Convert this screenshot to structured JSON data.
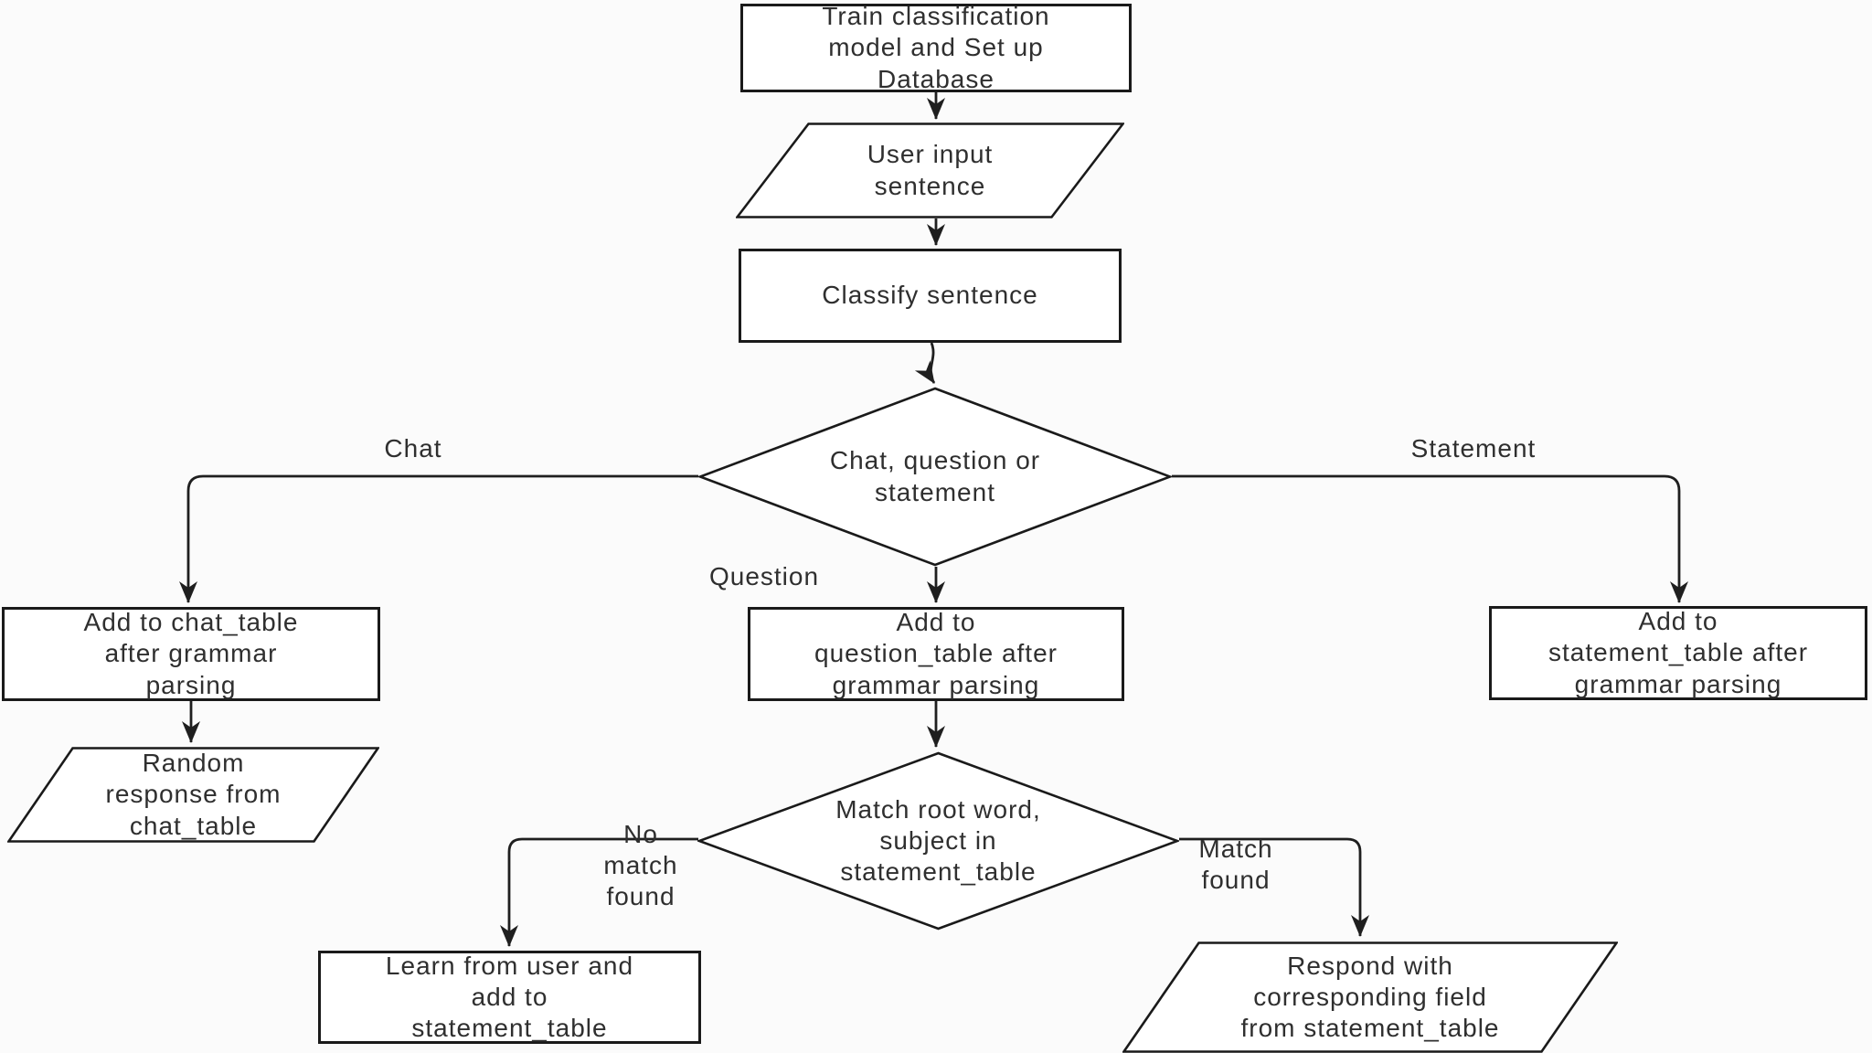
{
  "diagram": {
    "type": "flowchart",
    "colors": {
      "background": "#fbfbfb",
      "shape_fill": "#ffffff",
      "line": "#1f1f1f",
      "text": "#2f2f2f"
    },
    "nodes": {
      "train": {
        "shape": "process",
        "label": "Train classification\nmodel and Set up\nDatabase"
      },
      "user_input": {
        "shape": "input-output",
        "label": "User input\nsentence"
      },
      "classify": {
        "shape": "process",
        "label": "Classify sentence"
      },
      "decision_type": {
        "shape": "decision",
        "label": "Chat, question or\nstatement"
      },
      "add_chat": {
        "shape": "process",
        "label": "Add to chat_table\nafter grammar\nparsing"
      },
      "add_question": {
        "shape": "process",
        "label": "Add to\nquestion_table after\ngrammar parsing"
      },
      "add_statement": {
        "shape": "process",
        "label": "Add to\nstatement_table after\ngrammar parsing"
      },
      "random_response": {
        "shape": "input-output",
        "label": "Random\nresponse from\nchat_table"
      },
      "decision_match": {
        "shape": "decision",
        "label": "Match root word,\nsubject in\nstatement_table"
      },
      "learn": {
        "shape": "process",
        "label": "Learn from user and\nadd to\nstatement_table"
      },
      "respond": {
        "shape": "input-output",
        "label": "Respond with\ncorresponding field\nfrom statement_table"
      }
    },
    "edge_labels": {
      "chat": "Chat",
      "statement": "Statement",
      "question": "Question",
      "no_match": "No\nmatch\nfound",
      "match": "Match\nfound"
    },
    "edges": [
      {
        "from": "train",
        "to": "user_input",
        "label": ""
      },
      {
        "from": "user_input",
        "to": "classify",
        "label": ""
      },
      {
        "from": "classify",
        "to": "decision_type",
        "label": ""
      },
      {
        "from": "decision_type",
        "to": "add_chat",
        "label": "Chat"
      },
      {
        "from": "decision_type",
        "to": "add_question",
        "label": "Question"
      },
      {
        "from": "decision_type",
        "to": "add_statement",
        "label": "Statement"
      },
      {
        "from": "add_chat",
        "to": "random_response",
        "label": ""
      },
      {
        "from": "add_question",
        "to": "decision_match",
        "label": ""
      },
      {
        "from": "decision_match",
        "to": "learn",
        "label": "No match found"
      },
      {
        "from": "decision_match",
        "to": "respond",
        "label": "Match found"
      }
    ]
  }
}
